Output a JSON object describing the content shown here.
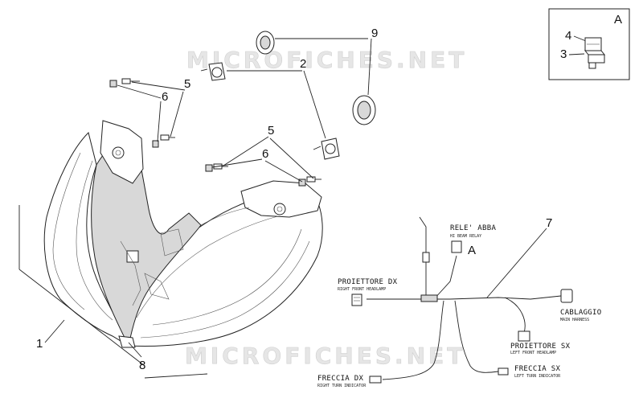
{
  "watermark": "MICROFICHES.NET",
  "callouts": {
    "c1": "1",
    "c2": "2",
    "c3": "3",
    "c4": "4",
    "c5a": "5",
    "c5b": "5",
    "c6a": "6",
    "c6b": "6",
    "c7": "7",
    "c8": "8",
    "c9": "9",
    "inset": "A",
    "relay_ref": "A"
  },
  "wiring_labels": {
    "relay": {
      "title": "RELE' ABBA",
      "subtitle": "HI BEAM RELAY"
    },
    "right_headlamp": {
      "title": "PROIETTORE DX",
      "subtitle": "RIGHT FRONT HEADLAMP"
    },
    "left_headlamp": {
      "title": "PROIETTORE SX",
      "subtitle": "LEFT FRONT HEADLAMP"
    },
    "main_harness": {
      "title": "CABLAGGIO",
      "subtitle": "MAIN HARNESS"
    },
    "right_turn": {
      "title": "FRECCIA DX",
      "subtitle": "RIGHT TURN INDICATOR"
    },
    "left_turn": {
      "title": "FRECCIA SX",
      "subtitle": "LEFT TURN INDICATOR"
    }
  }
}
